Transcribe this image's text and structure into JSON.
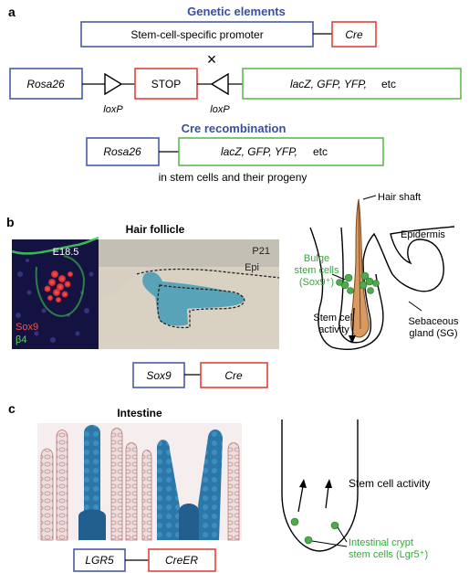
{
  "panel_a": {
    "letter": "a",
    "genetic_title": "Genetic elements",
    "promoter": "Stem-cell-specific promoter",
    "cre": "Cre",
    "cross": "×",
    "rosa": "Rosa26",
    "stop": "STOP",
    "reporter": "lacZ, GFP, YFP,",
    "reporter_etc": "etc",
    "loxp": "loxP",
    "recomb_title": "Cre recombination",
    "caption": "in stem cells and their progeny"
  },
  "panel_b": {
    "letter": "b",
    "title": "Hair follicle",
    "stage_left": "E18.5",
    "stage_right": "P21",
    "epi": "Epi",
    "sox9_label": "Sox9",
    "b4_label": "β4",
    "gene": "Sox9",
    "cre": "Cre",
    "hair_shaft": "Hair shaft",
    "epidermis": "Epidermis",
    "bulge_1": "Bulge",
    "bulge_2": "stem cells",
    "bulge_3": "(Sox9⁺)",
    "activity_1": "Stem cell",
    "activity_2": "activity",
    "sg_1": "Sebaceous",
    "sg_2": "gland (SG)"
  },
  "panel_c": {
    "letter": "c",
    "title": "Intestine",
    "gene": "LGR5",
    "cre": "CreER",
    "activity": "Stem cell activity",
    "crypt_1": "Intestinal crypt",
    "crypt_2": "stem cells (Lgr5⁺)"
  },
  "colors": {
    "title_blue": "#3c4f9c",
    "box_blue": "#4a5aa8",
    "box_red": "#e2423a",
    "box_green": "#5dbb4c",
    "label_green": "#37a83a",
    "sox9_red": "#e8433c",
    "hair_orange": "#d89a62",
    "cell_green": "#4cab4a",
    "xgal_blue": "#2e7fa5",
    "tissue_pink": "#c48c8c"
  }
}
